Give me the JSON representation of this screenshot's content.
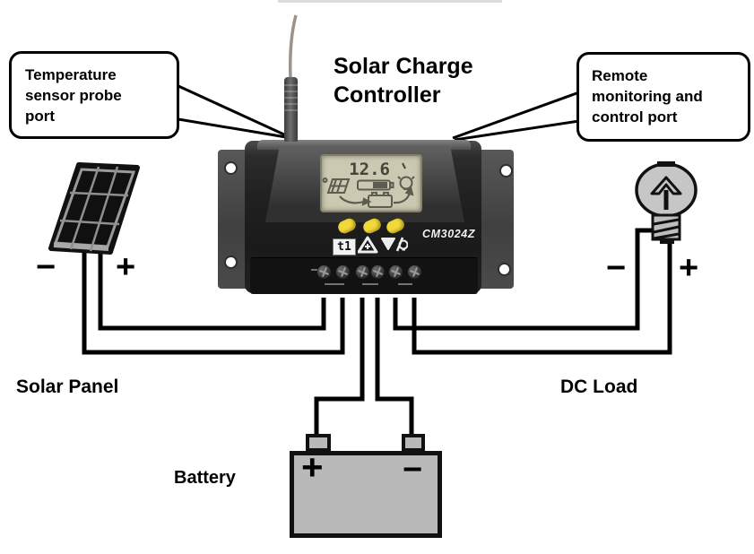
{
  "title": {
    "text": "Solar Charge Controller"
  },
  "callouts": {
    "temperature": {
      "text": "Temperature sensor probe port"
    },
    "remote": {
      "text": "Remote monitoring and control port"
    }
  },
  "controller": {
    "model": "CM3024Z",
    "lcd": {
      "voltage": "12.6",
      "icons": [
        "solar-panel-icon",
        "battery-gauge-icon",
        "lamp-icon",
        "charge-arrow-icon",
        "battery-icon",
        "discharge-arrow-icon"
      ]
    },
    "buttons": {
      "count": 3,
      "color": "#f2d93b"
    },
    "symbols": {
      "t1": "t1",
      "battery_symbol": "battery-triangle-icon",
      "load_symbol": "triangle-lamp-icon"
    },
    "terminals": {
      "count": 6
    }
  },
  "components": {
    "solar_panel": {
      "label": "Solar Panel",
      "minus": "−",
      "plus": "+"
    },
    "dc_load": {
      "label": "DC Load",
      "minus": "−",
      "plus": "+"
    },
    "battery": {
      "label": "Battery",
      "plus": "+",
      "minus": "−"
    }
  },
  "colors": {
    "wire": "#000000",
    "battery_body": "#b9b9b9",
    "bulb_glass": "#c6c6c6",
    "lcd_background": "#ccc9b3",
    "button_yellow": "#f2d93b",
    "controller_body": "#1f1f1f"
  }
}
